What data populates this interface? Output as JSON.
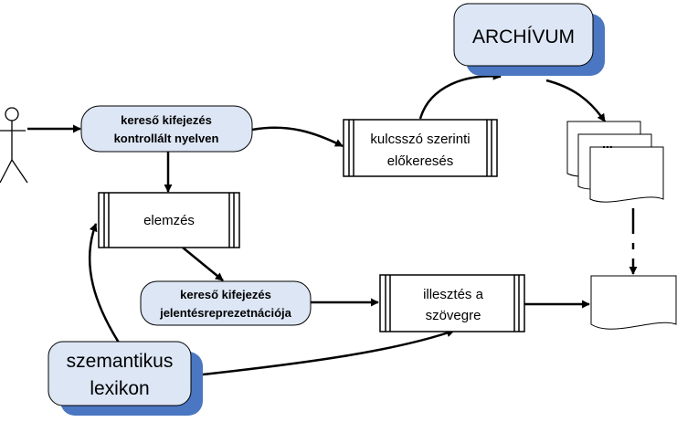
{
  "nodes": {
    "query_controlled": {
      "line1": "kereső kifejezés",
      "line2": "kontrollált nyelven"
    },
    "keyword_search": {
      "line1": "kulcsszó szerinti",
      "line2": "előkeresés"
    },
    "archive": {
      "label": "ARCHÍVUM"
    },
    "analysis": {
      "label": "elemzés"
    },
    "query_semantic": {
      "line1": "kereső kifejezés",
      "line2": "jelentésreprezetnációja"
    },
    "matching": {
      "line1": "illesztés a",
      "line2": "szövegre"
    },
    "lexicon": {
      "line1": "szemantikus",
      "line2": "lexikon"
    },
    "documents": {
      "label": "..."
    }
  },
  "colors": {
    "pale_blue_fill": "#dde6f5",
    "shadow_blue": "#4a76c2",
    "stroke": "#000000"
  }
}
